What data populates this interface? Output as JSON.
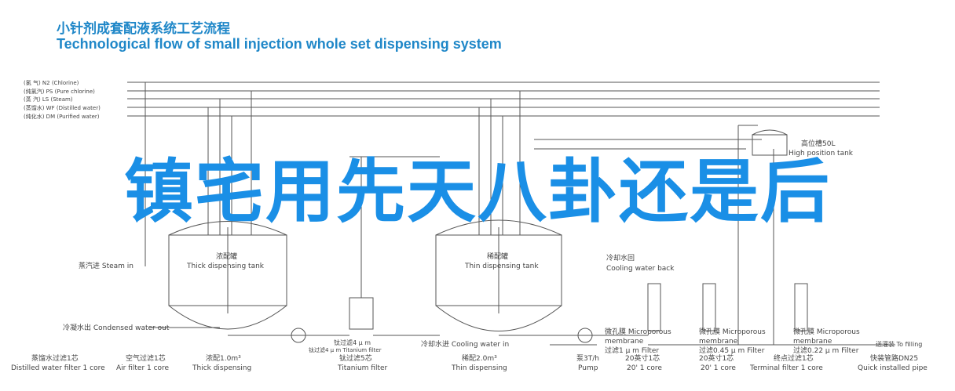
{
  "title": {
    "cn": "小针剂成套配液系统工艺流程",
    "en": "Technological flow of small injection whole set dispensing system"
  },
  "overlay_text": "镇宅用先天八卦还是后",
  "colors": {
    "title": "#1f87c8",
    "overlay": "#1a8fe6",
    "line": "#555555"
  },
  "supply_lines": [
    "(氯    气) N2 (Chlorine)",
    "(纯氯汽) PS  (Pure chlorine)",
    "(蒸    汽) LS  (Steam)",
    "(蒸馏水) WF  (Distilled water)",
    "(纯化水) DM  (Purified water)"
  ],
  "labels": {
    "steam_in": "蒸汽进 Steam in",
    "thick_tank_cn": "浓配罐",
    "thick_tank_en": "Thick dispensing tank",
    "thin_tank_cn": "稀配罐",
    "thin_tank_en": "Thin dispensing tank",
    "high_tank_cn": "高位槽50L",
    "high_tank_en": "High position tank",
    "cooling_back_cn": "冷却水回",
    "cooling_back_en": "Cooling water back",
    "condensed_out": "冷凝水出 Condensed water out",
    "cooling_in": "冷却水进 Cooling water in",
    "to_filling": "送灌装 To filling",
    "ti_filter_top": "钛过滤4 μ m",
    "ti_filter_mid": "钛过滤4 μ m  Titanium filter",
    "ti_filter_cn": "钛过滤5芯",
    "ti_filter_en": "Titanium filter",
    "pump_cn": "泵3T/h",
    "micro1_cn": "微孔膜  Microporous",
    "micro1_en": "membrane",
    "micro1_sub": "过滤1 μ m  Filter",
    "micro2_cn": "微孔膜  Microporous",
    "micro2_en": "membrane",
    "micro2_sub": "过滤0.45 μ m  Filter",
    "micro3_cn": "微孔膜  Microporous",
    "micro3_en": "membrane",
    "micro3_sub": "过滤0.22 μ m  Filter"
  },
  "bottom_labels": [
    {
      "cn": "蒸馏水过滤1芯",
      "en": "Distilled water filter 1 core"
    },
    {
      "cn": "空气过滤1芯",
      "en": "Air filter 1 core"
    },
    {
      "cn": "浓配1.0m³",
      "en": "Thick dispensing"
    },
    {
      "cn": "钛过滤5芯",
      "en": "Titanium filter"
    },
    {
      "cn": "稀配2.0m³",
      "en": "Thin dispensing"
    },
    {
      "cn": "泵3T/h",
      "en": "Pump"
    },
    {
      "cn": "20英寸1芯",
      "en": "20' 1 core"
    },
    {
      "cn": "20英寸1芯",
      "en": "20' 1 core"
    },
    {
      "cn": "终点过滤1芯",
      "en": "Terminal filter 1 core"
    },
    {
      "cn": "快装管路DN25",
      "en": "Quick installed pipe"
    }
  ]
}
